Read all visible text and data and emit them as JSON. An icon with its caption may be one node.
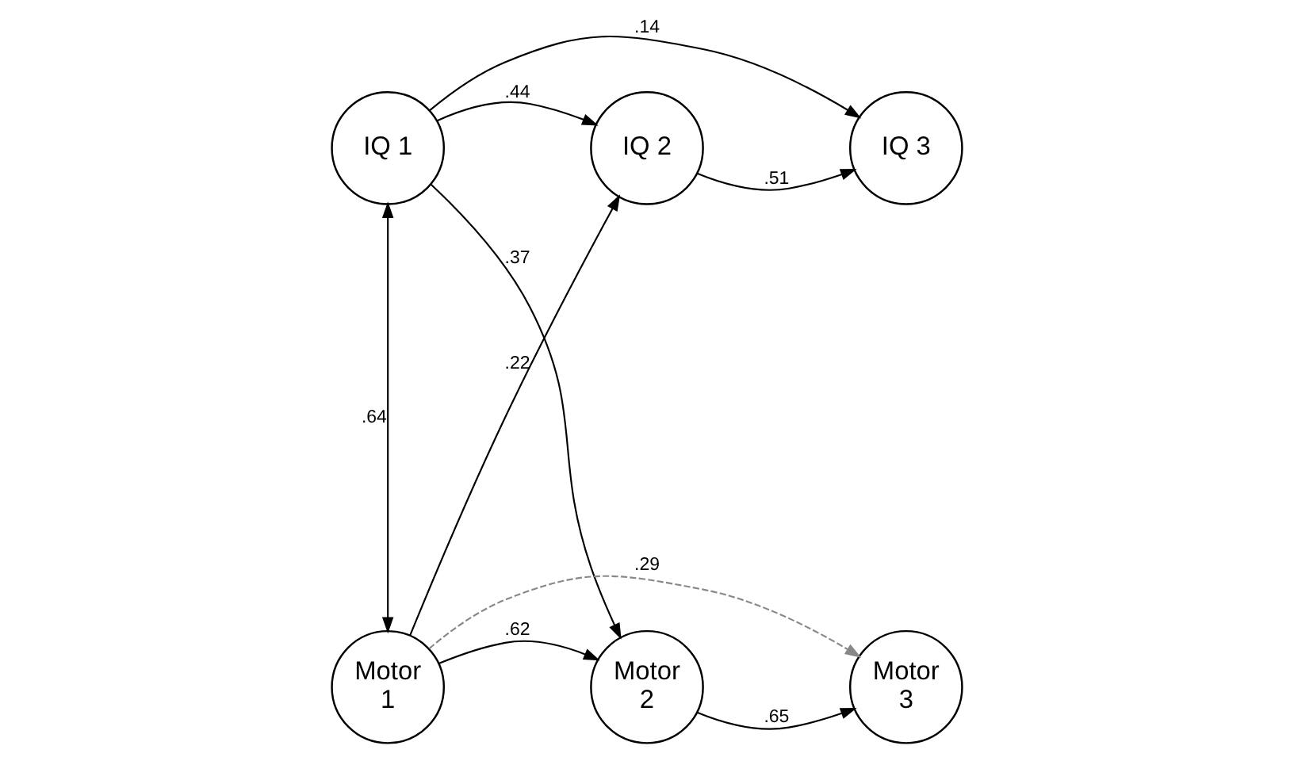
{
  "diagram": {
    "nodes": [
      {
        "text": [
          "IQ 1"
        ]
      },
      {
        "text": [
          "IQ 2"
        ]
      },
      {
        "text": [
          "IQ 3"
        ]
      },
      {
        "text": [
          "Motor 1"
        ]
      },
      {
        "text": [
          "Motor 2"
        ]
      },
      {
        "text": [
          "Motor 3"
        ]
      }
    ],
    "edges": [
      {
        "from": 0,
        "to": 2,
        "arrow": "to",
        "label": ".14"
      },
      {
        "from": 0,
        "to": 1,
        "arrow": "to",
        "label": ".44"
      },
      {
        "from": 1,
        "to": 2,
        "arrow": "to",
        "label": ".51"
      },
      {
        "from": 0,
        "to": 4,
        "arrow": "to",
        "label": ".37"
      },
      {
        "from": 0,
        "to": 3,
        "arrow": "both",
        "label": ".64"
      },
      {
        "from": 3,
        "to": 1,
        "arrow": "to",
        "label": ".22"
      },
      {
        "from": 3,
        "to": 5,
        "arrow": "to",
        "label": ".29",
        "style": "dashed",
        "color": "#888888"
      },
      {
        "from": 3,
        "to": 4,
        "arrow": "to",
        "label": ".62"
      },
      {
        "from": 4,
        "to": 5,
        "arrow": "to",
        "label": ".65"
      }
    ]
  }
}
